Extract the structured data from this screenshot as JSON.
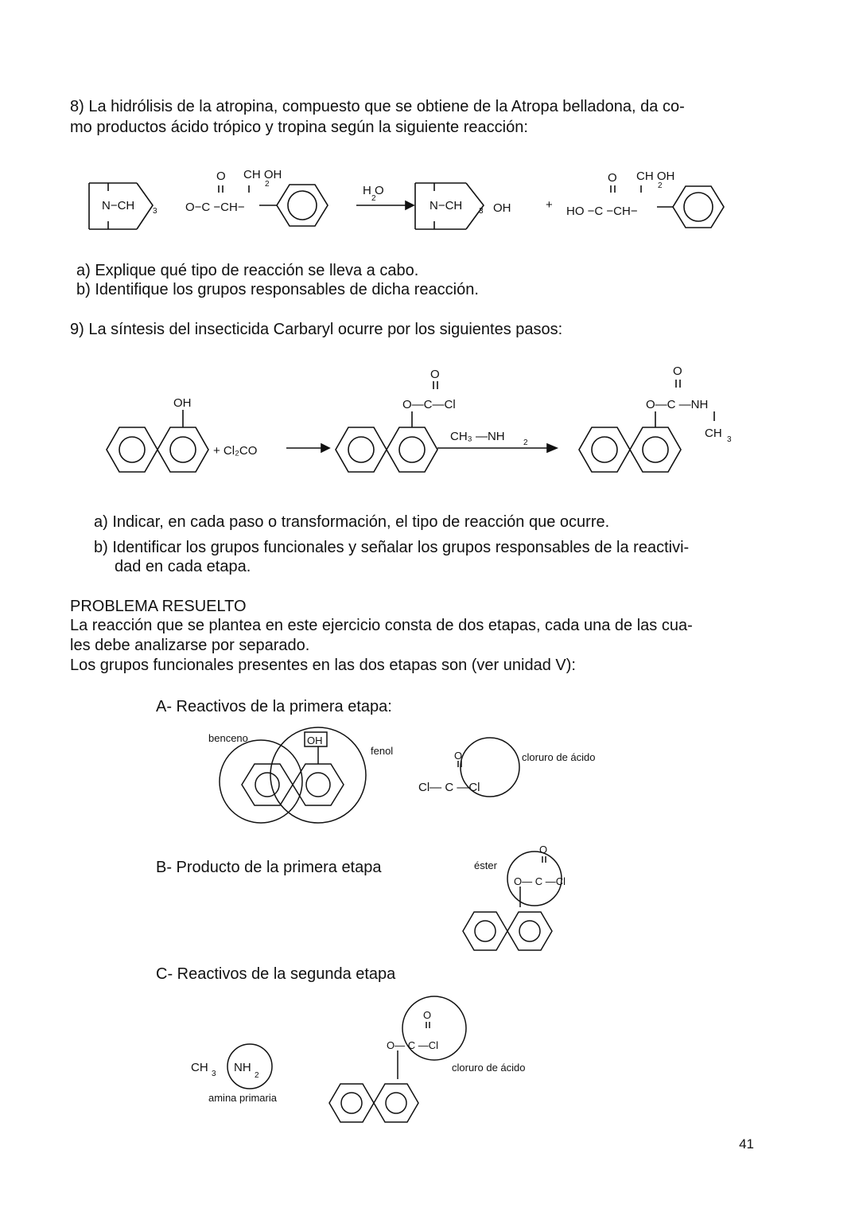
{
  "q8": {
    "line1": "8) La hidrólisis de la atropina, compuesto que se obtiene de la Atropa belladona, da co-",
    "line2": "mo productos ácido trópico y tropina según la siguiente reacción:",
    "a": "a)  Explique qué tipo de reacción se lleva a cabo.",
    "b": "b)  Identifique los grupos responsables de dicha reacción.",
    "scheme": {
      "ncha": "N−CH",
      "sub3": "3",
      "o_c_ch": "O−C −CH−",
      "o": "O",
      "ch2oh": "CH OH",
      "sub2": "2",
      "h2o": "H O",
      "oh": "OH",
      "plus": "+",
      "ho_c_ch": "HO −C −CH−"
    }
  },
  "q9": {
    "intro": "9) La síntesis del insecticida Carbaryl ocurre por los siguientes pasos:",
    "a": "a) Indicar, en cada paso o transformación, el tipo de reacción que ocurre.",
    "b1": "b) Identificar los grupos funcionales y señalar los grupos responsables de la reactivi-",
    "b2": "dad en cada etapa.",
    "scheme": {
      "oh": "OH",
      "plus_cl2co": "+ Cl₂CO",
      "o": "O",
      "o_c_cl": "O—C—Cl",
      "ch3nh2": "CH₃ —NH",
      "sub2": "2",
      "o_c_nh": "O—C —NH",
      "ch3": "CH",
      "sub3": "3"
    }
  },
  "resuelto": {
    "title": "PROBLEMA RESUELTO",
    "p1": "La reacción que se plantea en este ejercicio consta de dos etapas, cada una de las cua-",
    "p2": "les debe analizarse por separado.",
    "p3": "Los grupos funcionales presentes en las dos etapas son (ver unidad V):",
    "a_label": "A- Reactivos de la primera etapa:",
    "b_label": "B- Producto de la  primera etapa",
    "c_label": "C- Reactivos de la segunda etapa",
    "fig_a": {
      "benceno": "benceno",
      "oh": "OH",
      "fenol": "fenol",
      "o": "O",
      "cl_c_cl": "Cl— C —Cl",
      "cloruro": "cloruro de ácido"
    },
    "fig_b": {
      "ester": "éster",
      "o": "O",
      "o_c_cl": "O— C —Cl"
    },
    "fig_c": {
      "ch3": "CH",
      "sub3": "3",
      "nh2": "NH",
      "sub2": "2",
      "amina": "amina primaria",
      "o": "O",
      "o_c_cl": "O— C —Cl",
      "cloruro": "cloruro de ácido"
    }
  },
  "page_number": "41"
}
